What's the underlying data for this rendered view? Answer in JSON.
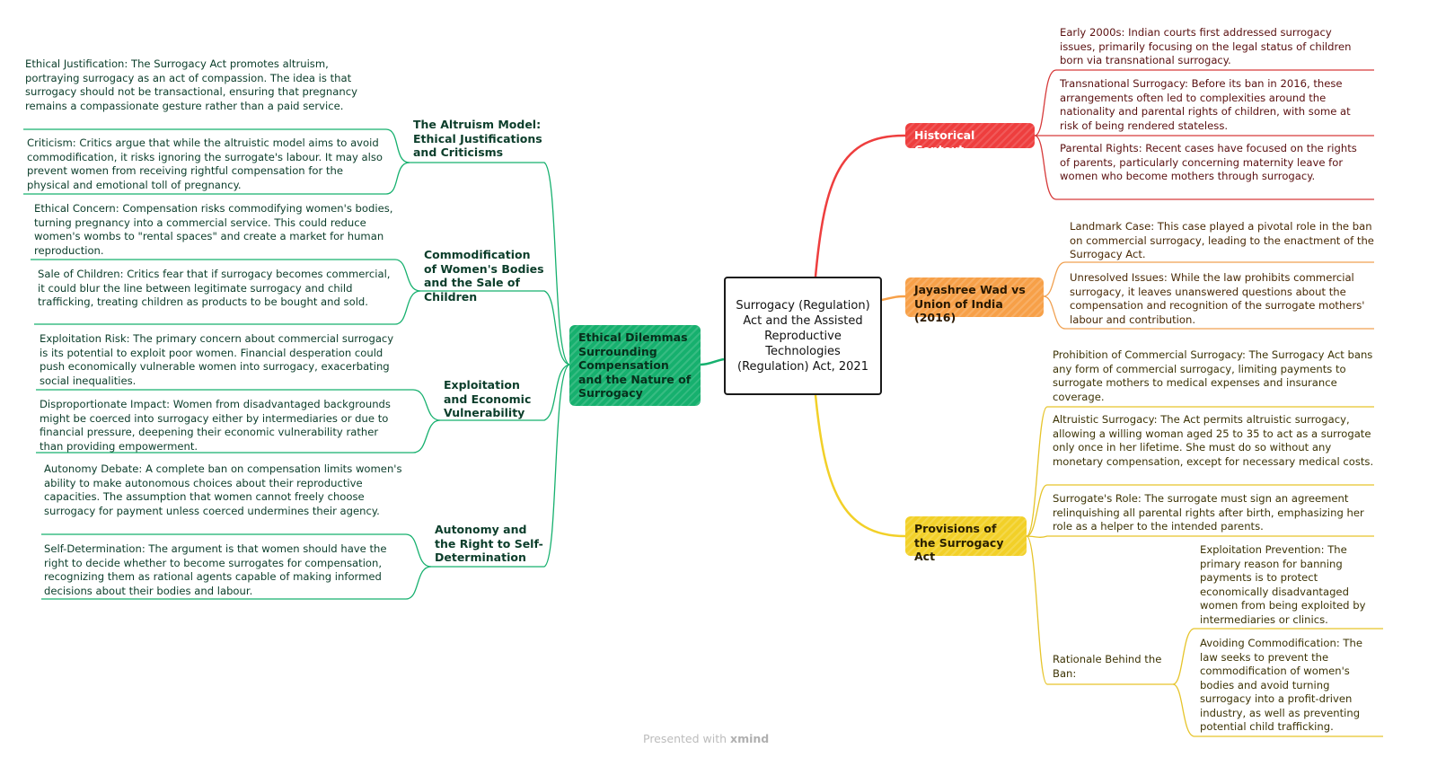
{
  "central_topic": "Surrogacy (Regulation) Act and the Assisted Reproductive Technologies (Regulation) Act, 2021",
  "colors": {
    "green": "#16b06e",
    "red": "#ee3e3e",
    "orange": "#f7a048",
    "yellow": "#f2d028"
  },
  "ethical": {
    "label": "Ethical Dilemmas Surrounding Compensation and the Nature of Surrogacy",
    "altruism": {
      "label": "The Altruism Model: Ethical Justifications and Criticisms",
      "items": [
        "Ethical Justification: The Surrogacy Act promotes altruism, portraying surrogacy as an act of compassion. The idea is that surrogacy should not be transactional, ensuring that pregnancy remains a compassionate gesture rather than a paid service.",
        "Criticism: Critics argue that while the altruistic model aims to avoid commodification, it risks ignoring the surrogate's labour. It may also prevent women from receiving rightful compensation for the physical and emotional toll of pregnancy."
      ]
    },
    "commodification": {
      "label": "Commodification of Women's Bodies and the Sale of Children",
      "items": [
        "Ethical Concern: Compensation risks commodifying women's bodies, turning pregnancy into a commercial service. This could reduce women's wombs to \"rental spaces\" and create a market for human reproduction.",
        "Sale of Children: Critics fear that if surrogacy becomes commercial, it could blur the line between legitimate surrogacy and child trafficking, treating children as products to be bought and sold."
      ]
    },
    "exploitation": {
      "label": "Exploitation and Economic Vulnerability",
      "items": [
        "Exploitation Risk: The primary concern about commercial surrogacy is its potential to exploit poor women. Financial desperation could push economically vulnerable women into surrogacy, exacerbating social inequalities.",
        "Disproportionate Impact: Women from disadvantaged backgrounds might be coerced into surrogacy either by intermediaries or due to financial pressure, deepening their economic vulnerability rather than providing empowerment."
      ]
    },
    "autonomy": {
      "label": "Autonomy and the Right to Self-Determination",
      "items": [
        "Autonomy Debate: A complete ban on compensation limits women's ability to make autonomous choices about their reproductive capacities. The assumption that women cannot freely choose surrogacy for payment unless coerced undermines their agency.",
        "Self-Determination: The argument is that women should have the right to decide whether to become surrogates for compensation, recognizing them as rational agents capable of making informed decisions about their bodies and labour."
      ]
    }
  },
  "historical": {
    "label": "Historical Context",
    "items": [
      "Early 2000s: Indian courts first addressed surrogacy issues, primarily focusing on the legal status of children born via transnational surrogacy.",
      "Transnational Surrogacy: Before its ban in 2016, these arrangements often led to complexities around the nationality and parental rights of children, with some at risk of being rendered stateless.",
      "Parental Rights: Recent cases have focused on the rights of parents, particularly concerning maternity leave for women who become mothers through surrogacy."
    ]
  },
  "jayashree": {
    "label": "Jayashree Wad vs Union of India (2016)",
    "items": [
      "Landmark Case: This case played a pivotal role in the ban on commercial surrogacy, leading to the enactment of the Surrogacy Act.",
      "Unresolved Issues: While the law prohibits commercial surrogacy, it leaves unanswered questions about the compensation and recognition of the surrogate mothers' labour and contribution."
    ]
  },
  "provisions": {
    "label": "Provisions of the Surrogacy Act",
    "items": [
      "Prohibition of Commercial Surrogacy: The Surrogacy Act bans any form of commercial surrogacy, limiting payments to surrogate mothers to medical expenses and insurance coverage.",
      "Altruistic Surrogacy: The Act permits altruistic surrogacy, allowing a willing woman aged 25 to 35 to act as a surrogate only once in her lifetime. She must do so without any monetary compensation, except for necessary medical costs.",
      "Surrogate's Role: The surrogate must sign an agreement relinquishing all parental rights after birth, emphasizing her role as a helper to the intended parents."
    ],
    "rationale": {
      "label": "Rationale Behind the Ban:",
      "items": [
        "Exploitation Prevention: The primary reason for banning payments is to protect economically disadvantaged women from being exploited by intermediaries or clinics.",
        "Avoiding Commodification: The law seeks to prevent the commodification of women's bodies and avoid turning surrogacy into a profit-driven industry, as well as preventing potential child trafficking."
      ]
    }
  },
  "footer": {
    "prefix": "Presented with",
    "brand": "xmind"
  }
}
